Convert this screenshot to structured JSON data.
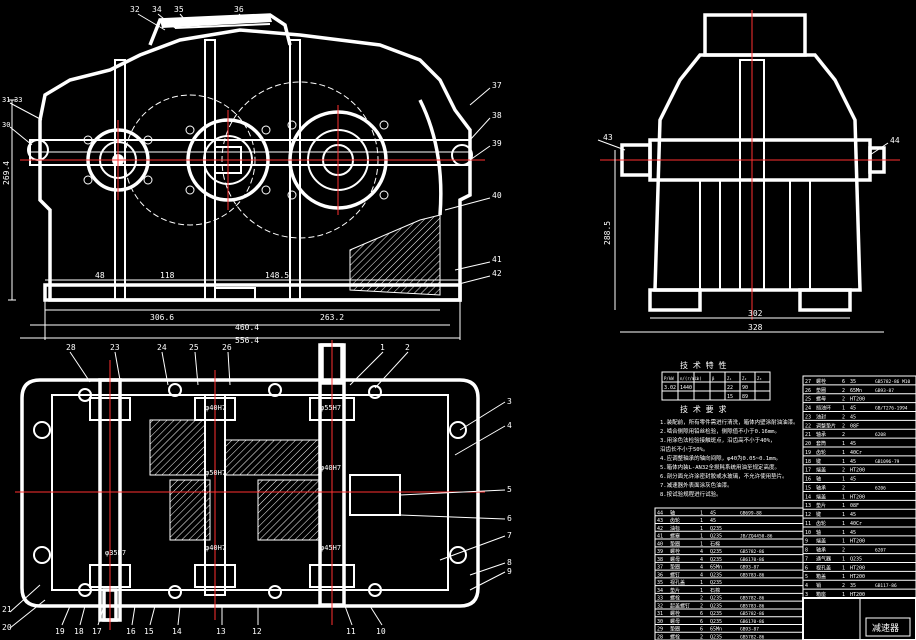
{
  "front_view": {
    "callouts": [
      "32",
      "34",
      "35",
      "36",
      "31",
      "30",
      "33",
      "37",
      "38",
      "39",
      "40",
      "41",
      "42"
    ],
    "dimensions": {
      "overall_width": "460.4",
      "span_left": "306.6",
      "span_right": "263.2",
      "span_small": "48",
      "span_mid": "118",
      "span_center": "148.5",
      "height_left": "269.4",
      "bottom_total": "556.4"
    }
  },
  "side_view": {
    "callouts": [
      "43",
      "44"
    ],
    "dimensions": {
      "height": "288.5",
      "inner_width": "302",
      "outer_width": "328"
    }
  },
  "top_view": {
    "callouts_top": [
      "28",
      "23",
      "24",
      "25",
      "26",
      "1",
      "2"
    ],
    "callouts_right": [
      "3",
      "4",
      "5",
      "6",
      "7",
      "8",
      "9"
    ],
    "callouts_left": [
      "21",
      "20"
    ],
    "callouts_bottom": [
      "19",
      "18",
      "17",
      "16",
      "15",
      "14",
      "13",
      "12",
      "11",
      "10"
    ],
    "annotations": [
      "φ40H7",
      "φ55H7",
      "φ50H7",
      "φ40H7",
      "φ35H7",
      "φ40H7",
      "φ45H7"
    ]
  },
  "tech_spec": {
    "title": "技 术 特 性",
    "header": [
      "P/kW",
      "n/(r/min)",
      "i",
      "β",
      "Z₁",
      "Z₂",
      "Z₃"
    ],
    "row1": [
      "3.02",
      "1440",
      "",
      "",
      "22",
      "90",
      ""
    ],
    "row2": [
      "",
      "",
      "",
      "",
      "15",
      "89",
      ""
    ]
  },
  "tech_requirements": {
    "title": "技 术 要 求",
    "items": [
      "1.装配前，所有零件需进行清洗，箱体内壁涂耐油油漆。",
      "2.啮合侧隙用铅丝检验，侧隙值不小于0.16mm。",
      "3.用涂色法检验接触斑点，沿齿高不小于40%，",
      "  沿齿长不小于50%。",
      "4.应调整轴承的轴向间隙，φ40为0.05~0.1mm。",
      "5.箱体内装L-AN32全损耗系统用油至规定高度。",
      "6.剖分面允许涂密封胶或水玻璃，不允许使用垫片。",
      "7.减速器外表面涂灰色油漆。",
      "8.按试验规程进行试验。"
    ]
  },
  "bom_right": [
    [
      "27",
      "螺栓",
      "6",
      "35",
      "GB5782-86 M10"
    ],
    [
      "26",
      "垫圈",
      "2",
      "65Mn",
      "GB93-87"
    ],
    [
      "25",
      "螺母",
      "2",
      "HT200",
      ""
    ],
    [
      "24",
      "挡油环",
      "1",
      "45",
      "GB/T276-1994"
    ],
    [
      "23",
      "油封",
      "2",
      "45",
      ""
    ],
    [
      "22",
      "调整垫片",
      "2",
      "08F",
      ""
    ],
    [
      "21",
      "轴承",
      "2",
      "",
      "6208"
    ],
    [
      "20",
      "套筒",
      "1",
      "45",
      ""
    ],
    [
      "19",
      "齿轮",
      "1",
      "40Cr",
      ""
    ],
    [
      "18",
      "键",
      "1",
      "45",
      "GB1096-79"
    ],
    [
      "17",
      "端盖",
      "2",
      "HT200",
      ""
    ],
    [
      "16",
      "轴",
      "1",
      "45",
      ""
    ],
    [
      "15",
      "轴承",
      "2",
      "",
      "6206"
    ],
    [
      "14",
      "端盖",
      "1",
      "HT200",
      ""
    ],
    [
      "13",
      "垫片",
      "1",
      "08F",
      ""
    ],
    [
      "12",
      "键",
      "1",
      "45",
      ""
    ],
    [
      "11",
      "齿轮",
      "1",
      "40Cr",
      ""
    ],
    [
      "10",
      "轴",
      "1",
      "45",
      ""
    ],
    [
      "9",
      "端盖",
      "1",
      "HT200",
      ""
    ],
    [
      "8",
      "轴承",
      "2",
      "",
      "6207"
    ],
    [
      "7",
      "通气器",
      "1",
      "Q235",
      ""
    ],
    [
      "6",
      "视孔盖",
      "1",
      "HT200",
      ""
    ],
    [
      "5",
      "箱盖",
      "1",
      "HT200",
      ""
    ],
    [
      "4",
      "销",
      "2",
      "35",
      "GB117-86"
    ],
    [
      "3",
      "箱座",
      "1",
      "HT200",
      ""
    ]
  ],
  "bom_left": [
    [
      "44",
      "轴",
      "1",
      "45",
      "GB699-88"
    ],
    [
      "43",
      "齿轮",
      "1",
      "45",
      ""
    ],
    [
      "42",
      "油标",
      "1",
      "Q235",
      ""
    ],
    [
      "41",
      "螺塞",
      "1",
      "Q235",
      "JB/ZQ4450-86"
    ],
    [
      "40",
      "垫圈",
      "1",
      "石棉",
      ""
    ],
    [
      "39",
      "螺栓",
      "4",
      "Q235",
      "GB5782-86"
    ],
    [
      "38",
      "螺母",
      "4",
      "Q235",
      "GB6170-86"
    ],
    [
      "37",
      "垫圈",
      "4",
      "65Mn",
      "GB93-87"
    ],
    [
      "36",
      "螺钉",
      "4",
      "Q235",
      "GB5783-86"
    ],
    [
      "35",
      "视孔盖",
      "1",
      "Q235",
      ""
    ],
    [
      "34",
      "垫片",
      "1",
      "石棉",
      ""
    ],
    [
      "33",
      "螺栓",
      "2",
      "Q235",
      "GB5782-86"
    ],
    [
      "32",
      "起盖螺钉",
      "2",
      "Q235",
      "GB5783-86"
    ],
    [
      "31",
      "螺栓",
      "6",
      "Q235",
      "GB5782-86"
    ],
    [
      "30",
      "螺母",
      "6",
      "Q235",
      "GB6170-86"
    ],
    [
      "29",
      "垫圈",
      "6",
      "65Mn",
      "GB93-87"
    ],
    [
      "28",
      "螺栓",
      "2",
      "Q235",
      "GB5782-86"
    ]
  ],
  "title_block": {
    "name": "减速器"
  }
}
